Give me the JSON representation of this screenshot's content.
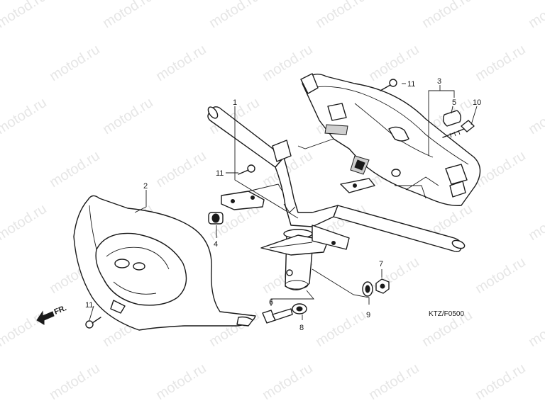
{
  "watermark": {
    "text": "motod.ru"
  },
  "diagram_code": "KTZ/F0500",
  "front_indicator": "FR.",
  "callouts": [
    {
      "id": "1",
      "label": "1"
    },
    {
      "id": "2",
      "label": "2"
    },
    {
      "id": "3",
      "label": "3"
    },
    {
      "id": "4",
      "label": "4"
    },
    {
      "id": "5",
      "label": "5"
    },
    {
      "id": "6",
      "label": "6"
    },
    {
      "id": "7",
      "label": "7"
    },
    {
      "id": "8",
      "label": "8"
    },
    {
      "id": "9",
      "label": "9"
    },
    {
      "id": "10",
      "label": "10"
    },
    {
      "id": "11a",
      "label": "11"
    },
    {
      "id": "11b",
      "label": "11"
    },
    {
      "id": "11c",
      "label": "11"
    }
  ],
  "colors": {
    "line": "#1a1a1a",
    "watermark": "#c8c8c8",
    "background": "#ffffff"
  }
}
